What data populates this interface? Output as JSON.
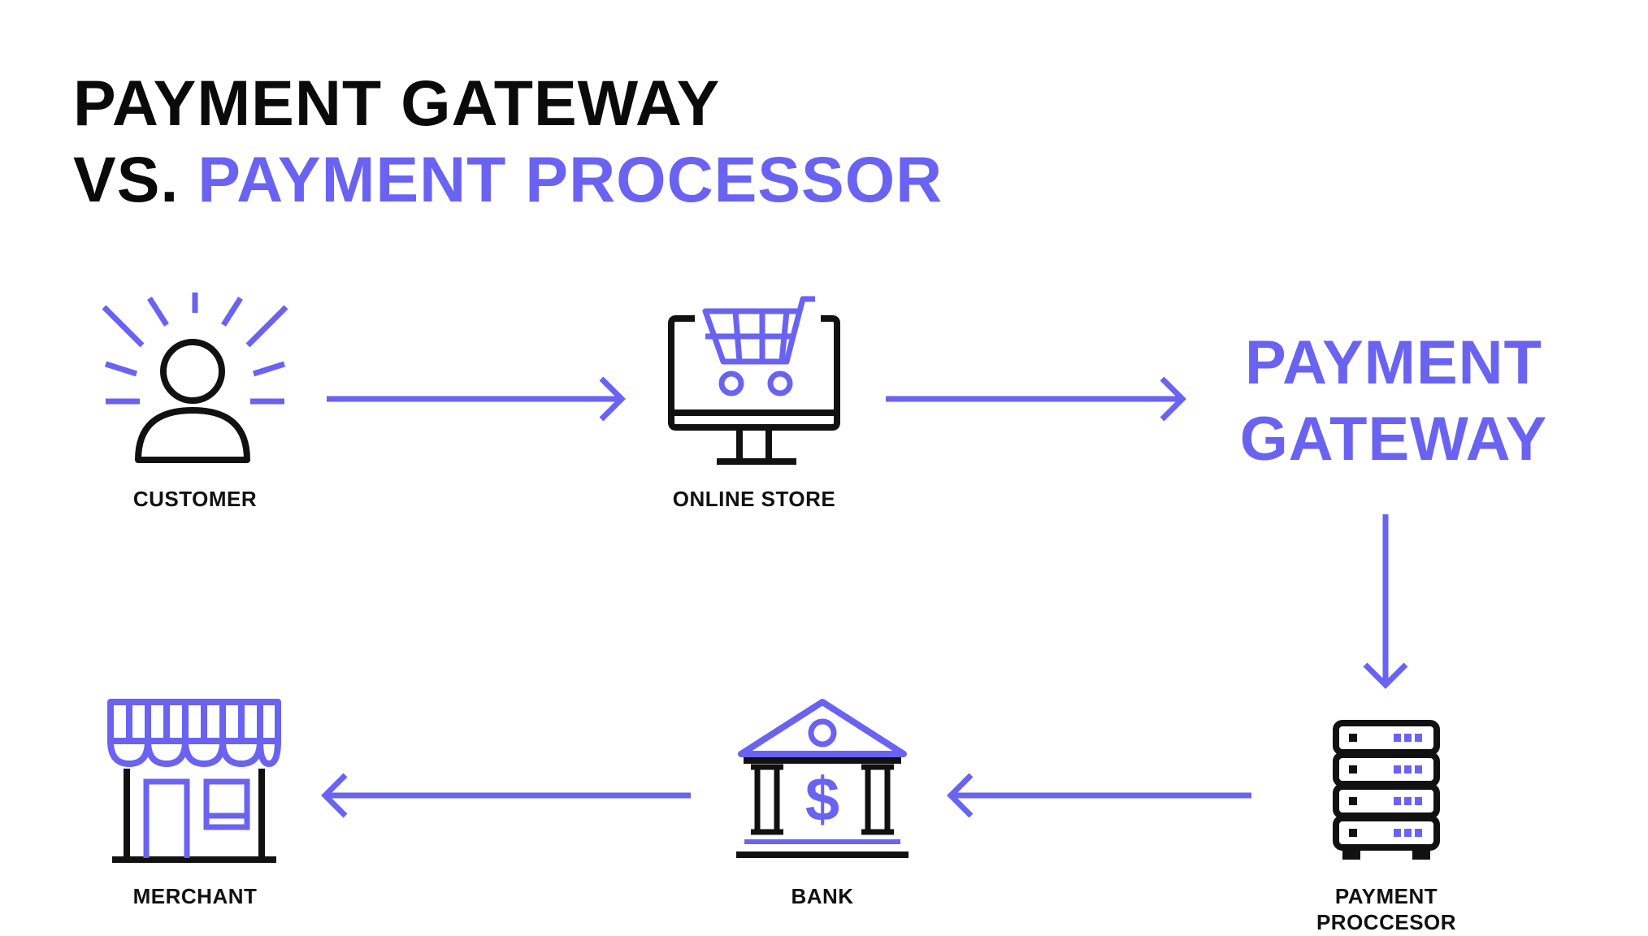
{
  "title": {
    "line1": "PAYMENT GATEWAY",
    "line2_prefix": "VS.",
    "line2_accent": "PAYMENT PROCESSOR"
  },
  "colors": {
    "accent": "#6a63f2",
    "ink": "#111111"
  },
  "nodes": {
    "customer": {
      "label": "CUSTOMER",
      "icon": "customer-icon"
    },
    "online_store": {
      "label": "ONLINE STORE",
      "icon": "online-store-icon"
    },
    "payment_gateway": {
      "label_line1": "PAYMENT",
      "label_line2": "GATEWAY"
    },
    "payment_processor": {
      "label_line1": "PAYMENT",
      "label_line2": "PROCCESOR",
      "icon": "server-icon"
    },
    "bank": {
      "label": "BANK",
      "icon": "bank-icon"
    },
    "merchant": {
      "label": "MERCHANT",
      "icon": "merchant-store-icon"
    }
  }
}
